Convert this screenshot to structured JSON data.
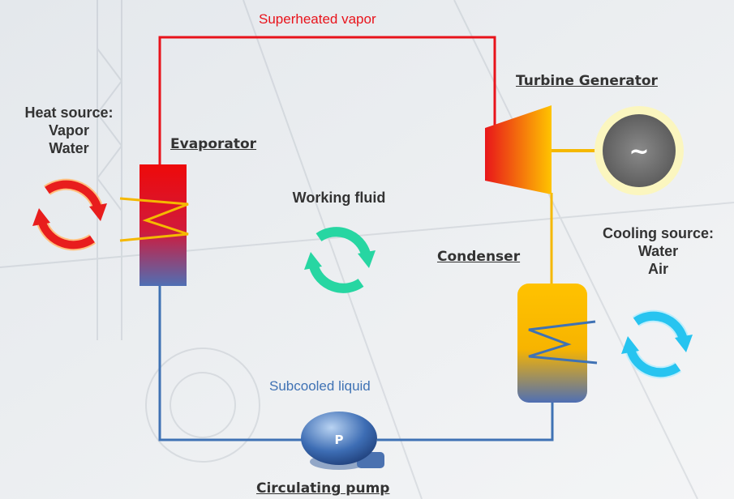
{
  "labels": {
    "superheated_vapor": "Superheated vapor",
    "subcooled_liquid": "Subcooled liquid",
    "turbine_generator": "Turbine Generator",
    "evaporator": "Evaporator",
    "condenser": "Condenser",
    "circulating_pump": "Circulating pump",
    "working_fluid": "Working fluid",
    "heat_source": [
      "Heat source:",
      "Vapor",
      "Water"
    ],
    "cooling_source": [
      "Cooling source:",
      "Water",
      "Air"
    ],
    "pump_letter": "P",
    "generator_symbol": "~"
  },
  "colors": {
    "hot_line": "#e8131b",
    "cold_line": "#3f72b4",
    "turbine_line": "#f5b800",
    "working_fluid_arrows": "#27d6a2",
    "cooling_arrows": "#27c4f0",
    "heat_arrows": "#e81d1d"
  },
  "icons": {
    "generator": "ac-generator-icon",
    "pump": "pump-icon",
    "cycle": "circular-arrows-icon"
  }
}
